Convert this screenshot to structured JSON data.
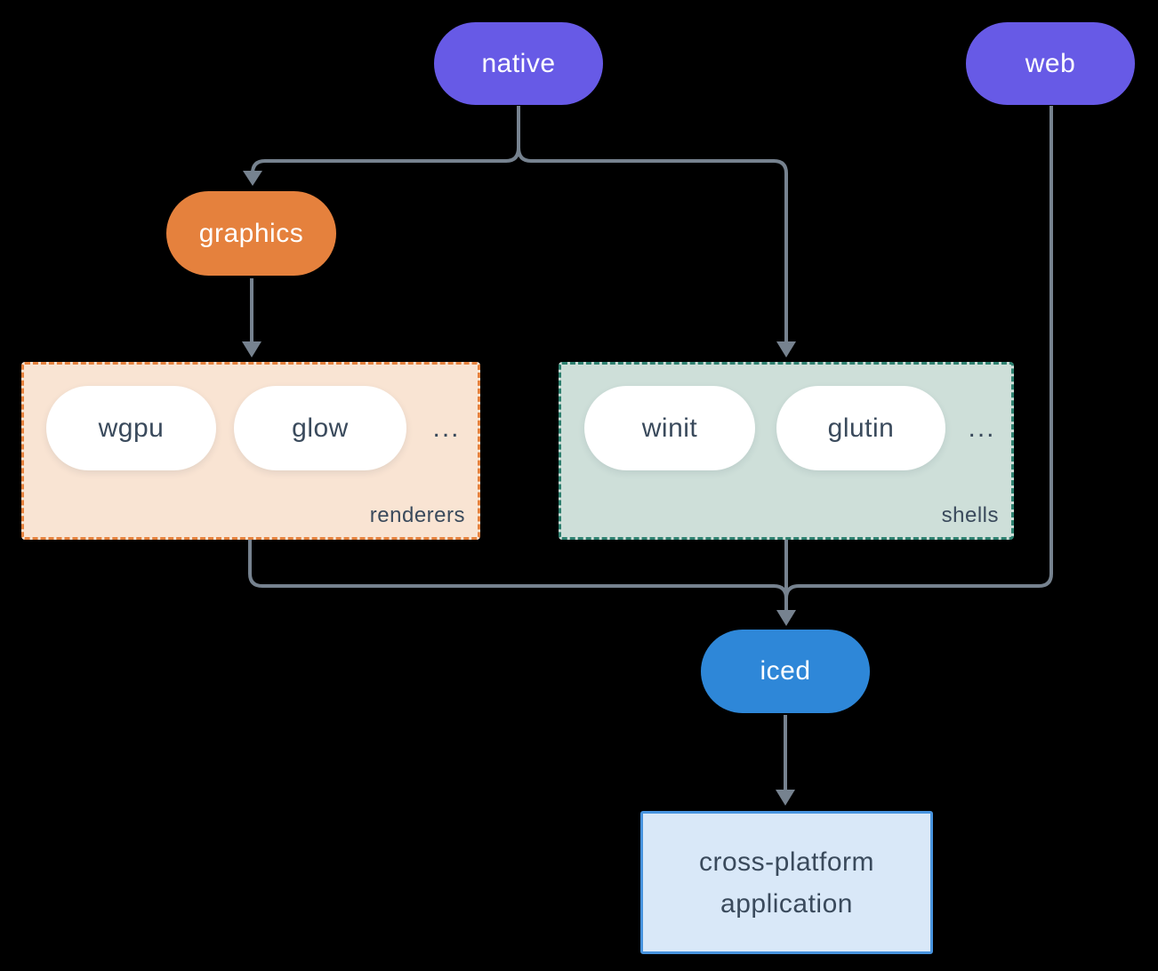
{
  "diagram": {
    "description": "iced ecosystem dependency diagram",
    "background": "#000000"
  },
  "colors": {
    "platform_pill": "#675AE6",
    "graphics_pill": "#E5813D",
    "iced_pill": "#2E87D8",
    "item_pill_bg": "#FFFFFF",
    "renderers_bg": "#F9E4D3",
    "renderers_border": "#E5813D",
    "shells_bg": "#CEDFD9",
    "shells_border": "#2E8170",
    "application_bg": "#D9E8F8",
    "application_border": "#4793DE",
    "edge": "#76828F",
    "dark_text": "#3A4A5C",
    "light_text": "#FFFFFF"
  },
  "nodes": {
    "native": {
      "label": "native"
    },
    "web": {
      "label": "web"
    },
    "graphics": {
      "label": "graphics"
    },
    "iced": {
      "label": "iced"
    },
    "application": {
      "lines": [
        "cross-platform",
        "application"
      ]
    }
  },
  "groups": {
    "renderers": {
      "label": "renderers",
      "items": [
        "wgpu",
        "glow"
      ],
      "more": "..."
    },
    "shells": {
      "label": "shells",
      "items": [
        "winit",
        "glutin"
      ],
      "more": "..."
    }
  },
  "edges": [
    {
      "from": "native",
      "to": "graphics"
    },
    {
      "from": "native",
      "to": "shells"
    },
    {
      "from": "graphics",
      "to": "renderers"
    },
    {
      "from": "renderers",
      "to": "iced"
    },
    {
      "from": "shells",
      "to": "iced"
    },
    {
      "from": "web",
      "to": "iced"
    },
    {
      "from": "iced",
      "to": "application"
    }
  ]
}
